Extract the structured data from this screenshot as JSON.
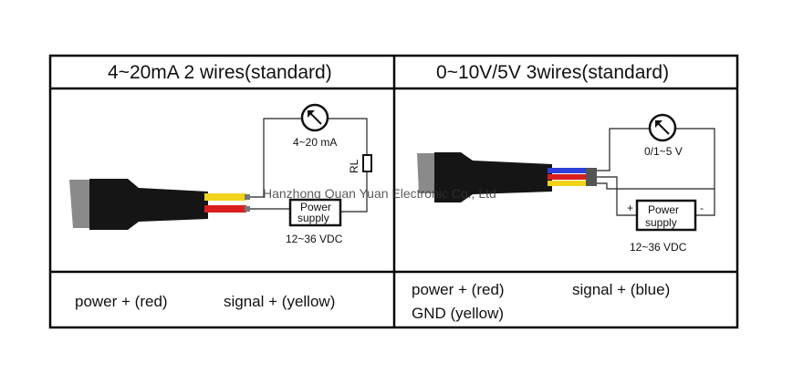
{
  "left_panel": {
    "title": "4~20mA 2 wires(standard)",
    "meter_label": "4~20 mA",
    "resistor_label": "RL",
    "supply_label_line1": "Power",
    "supply_label_line2": "supply",
    "voltage_label": "12~36 VDC",
    "wire_power": "power + (red)",
    "wire_signal": "signal + (yellow)"
  },
  "right_panel": {
    "title": "0~10V/5V 3wires(standard)",
    "meter_label": "0/1~5 V",
    "supply_label_line1": "Power",
    "supply_label_line2": "supply",
    "plus_sign": "+",
    "minus_sign": "-",
    "voltage_label": "12~36 VDC",
    "wire_power": "power + (red)",
    "wire_signal": "signal + (blue)",
    "wire_gnd": "GND (yellow)"
  },
  "watermark": "Hanzhong Quan Yuan Electronic Co., Ltd",
  "colors": {
    "red_wire": "#d81e1e",
    "yellow_wire": "#f2d31b",
    "blue_wire": "#2b3fd6",
    "cable": "#151515",
    "plug": "#8a8a8a"
  }
}
